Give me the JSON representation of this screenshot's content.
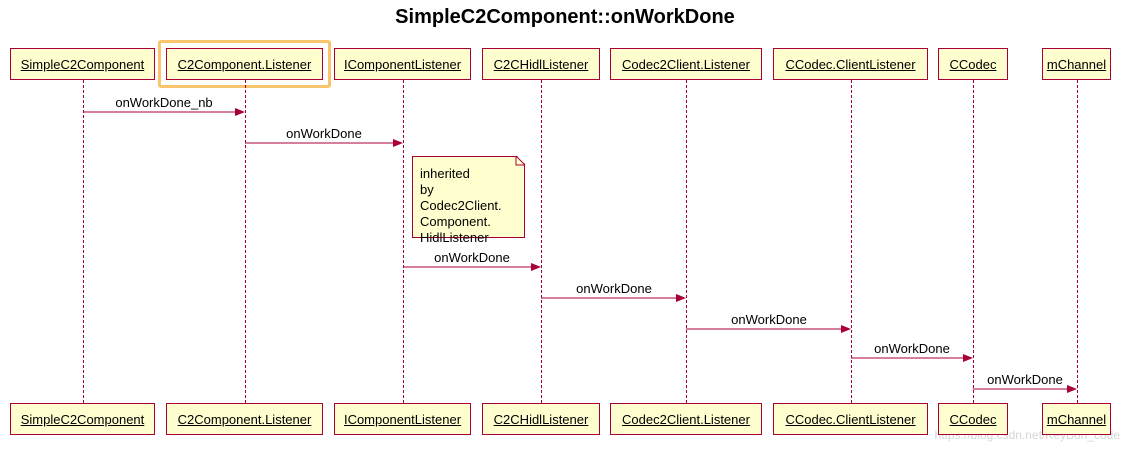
{
  "title": "SimpleC2Component::onWorkDone",
  "participants": [
    {
      "label": "SimpleC2Component"
    },
    {
      "label": "C2Component.Listener"
    },
    {
      "label": "IComponentListener"
    },
    {
      "label": "C2CHidlListener"
    },
    {
      "label": "Codec2Client.Listener"
    },
    {
      "label": "CCodec.ClientListener"
    },
    {
      "label": "CCodec"
    },
    {
      "label": "mChannel"
    }
  ],
  "messages": [
    {
      "from": 0,
      "to": 1,
      "label": "onWorkDone_nb"
    },
    {
      "from": 1,
      "to": 2,
      "label": "onWorkDone"
    },
    {
      "from": 2,
      "to": 3,
      "label": "onWorkDone"
    },
    {
      "from": 3,
      "to": 4,
      "label": "onWorkDone"
    },
    {
      "from": 4,
      "to": 5,
      "label": "onWorkDone"
    },
    {
      "from": 5,
      "to": 6,
      "label": "onWorkDone"
    },
    {
      "from": 6,
      "to": 7,
      "label": "onWorkDone"
    }
  ],
  "note": {
    "lines": [
      "inherited",
      "by Codec2Client.",
      "Component.",
      "HidlListener"
    ]
  },
  "highlighted_participant": 1,
  "watermark": "https://blog.csdn.net/KeyBon_code",
  "colors": {
    "border": "#a80036",
    "fill": "#fefece",
    "highlight": "#f9c46c"
  }
}
